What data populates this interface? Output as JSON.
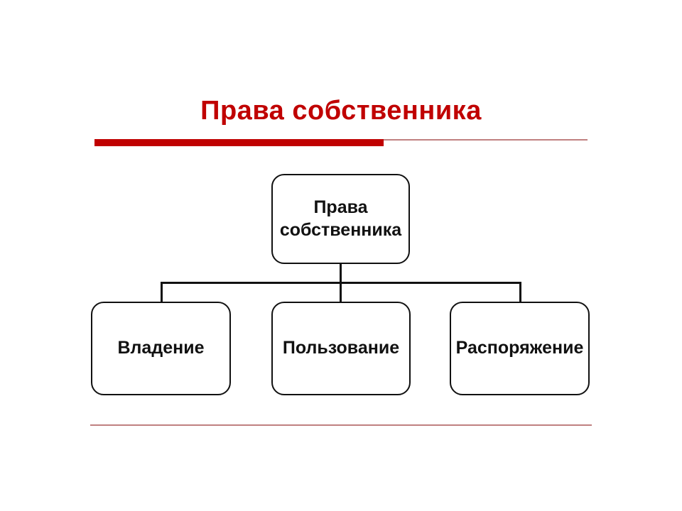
{
  "slide": {
    "title": "Права собственника"
  },
  "diagram": {
    "root": {
      "label": "Права собственника"
    },
    "children": [
      {
        "label": "Владение"
      },
      {
        "label": "Пользование"
      },
      {
        "label": "Распоряжение"
      }
    ]
  },
  "colors": {
    "accent": "#C00000",
    "thin_line": "#C08080",
    "box_border": "#111111",
    "connector": "#111111",
    "text": "#111111",
    "background": "#FFFFFF"
  }
}
